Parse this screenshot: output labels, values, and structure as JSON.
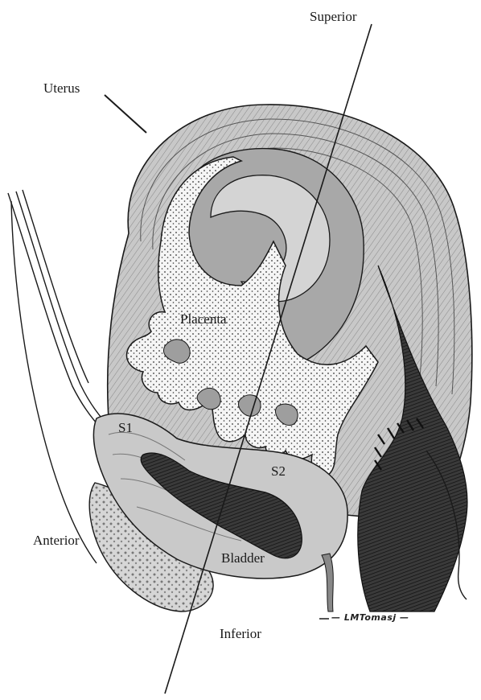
{
  "labels": {
    "superior": "Superior",
    "uterus": "Uterus",
    "placenta": "Placenta",
    "s1": "S1",
    "s2": "S2",
    "anterior": "Anterior",
    "bladder": "Bladder",
    "inferior": "Inferior"
  },
  "signature": "— LMTomasj —",
  "colors": {
    "background": "#ffffff",
    "ink": "#1a1a1a",
    "uterine_wall": "#c4c4c4",
    "placenta_fill": "#f4f4f4",
    "fetal_shade": "#9a9a9a",
    "dark_tissue": "#2a2a2a",
    "pubic_bone": "#d0d0d0"
  }
}
